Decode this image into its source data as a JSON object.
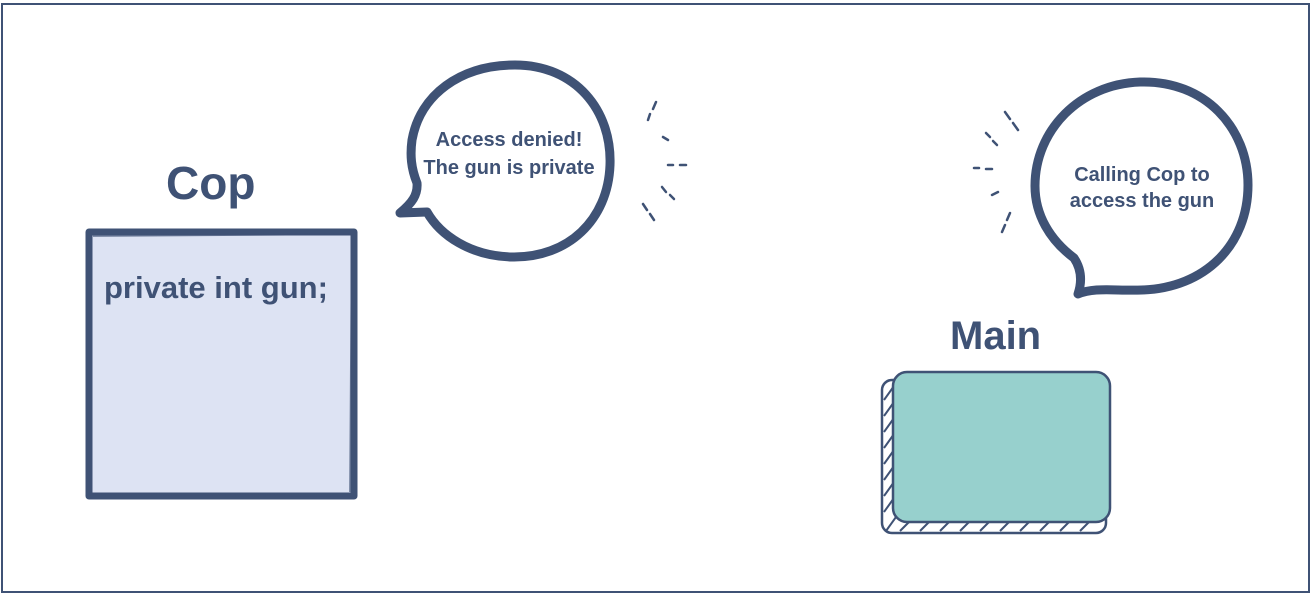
{
  "cop": {
    "title": "Cop",
    "code": "private int gun;",
    "fill_color": "#dde3f3"
  },
  "main": {
    "title": "Main",
    "fill_color": "#97d0cd"
  },
  "bubbles": {
    "left_text": "Access denied! The gun is private",
    "right_text": "Calling Cop to access the gun"
  },
  "colors": {
    "outline": "#3f5275",
    "background": "#ffffff"
  }
}
